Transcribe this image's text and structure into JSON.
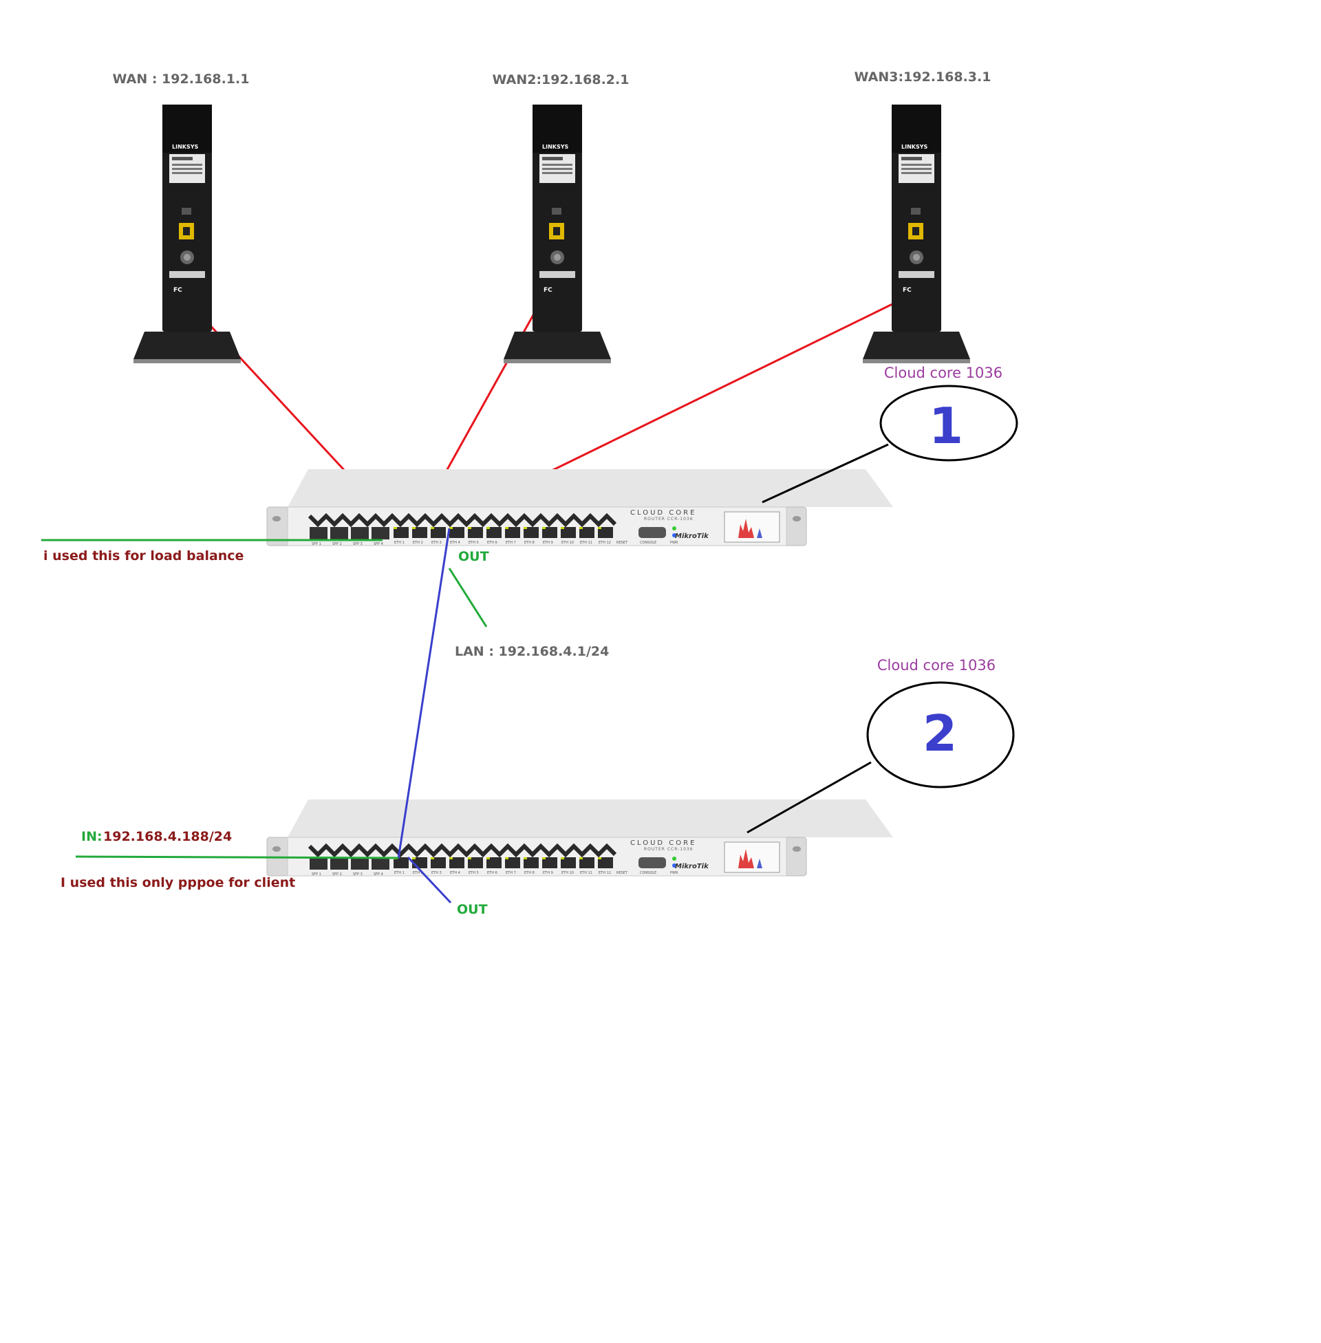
{
  "modems": [
    {
      "label": "WAN : 192.168.1.1",
      "brand": "LINKSYS",
      "marks": "FC",
      "icon": "cable-modem-icon"
    },
    {
      "label": "WAN2:192.168.2.1",
      "brand": "LINKSYS",
      "marks": "FC",
      "icon": "cable-modem-icon"
    },
    {
      "label": "WAN3:192.168.3.1",
      "brand": "LINKSYS",
      "marks": "FC",
      "icon": "cable-modem-icon"
    }
  ],
  "routers": [
    {
      "model_caption": "Cloud core 1036",
      "number": "1",
      "front_title": "CLOUD CORE",
      "front_subtitle": "ROUTER CCR-1036",
      "brand": "MikroTik",
      "sfp_labels": [
        "SFP 1",
        "SFP 2",
        "SFP 3",
        "SFP 4"
      ],
      "eth_labels": [
        "ETH 1",
        "ETH 2",
        "ETH 3",
        "ETH 4",
        "ETH 5",
        "ETH 6",
        "ETH 7",
        "ETH 8",
        "ETH 9",
        "ETH 10",
        "ETH 11",
        "ETH 12"
      ],
      "reset_label": "RESET",
      "console_label": "CONSOLE",
      "pwr_label": "PWR",
      "icon": "rack-router-icon"
    },
    {
      "model_caption": "Cloud core 1036",
      "number": "2",
      "front_title": "CLOUD CORE",
      "front_subtitle": "ROUTER CCR-1036",
      "brand": "MikroTik",
      "sfp_labels": [
        "SFP 1",
        "SFP 2",
        "SFP 3",
        "SFP 4"
      ],
      "eth_labels": [
        "ETH 1",
        "ETH 2",
        "ETH 3",
        "ETH 4",
        "ETH 5",
        "ETH 6",
        "ETH 7",
        "ETH 8",
        "ETH 9",
        "ETH 10",
        "ETH 11",
        "ETH 12"
      ],
      "reset_label": "RESET",
      "console_label": "CONSOLE",
      "pwr_label": "PWR",
      "icon": "rack-router-icon"
    }
  ],
  "annotations": {
    "load_balance": "i used this for load balance",
    "out_top": "OUT",
    "lan": "LAN : 192.168.4.1/24",
    "in_prefix": "IN:",
    "in_value": "192.168.4.188/24",
    "pppoe": "I used this  only pppoe for client",
    "out_bottom": "OUT"
  },
  "colors": {
    "wan_link": "#e8141c",
    "lan_link": "#3a3fcc",
    "green": "#22aa3a",
    "leader": "#000000",
    "number": "#3b3fcc",
    "caption": "#9a3c9e",
    "gray_text": "#666666",
    "maroon_text": "#8b1a1a"
  }
}
